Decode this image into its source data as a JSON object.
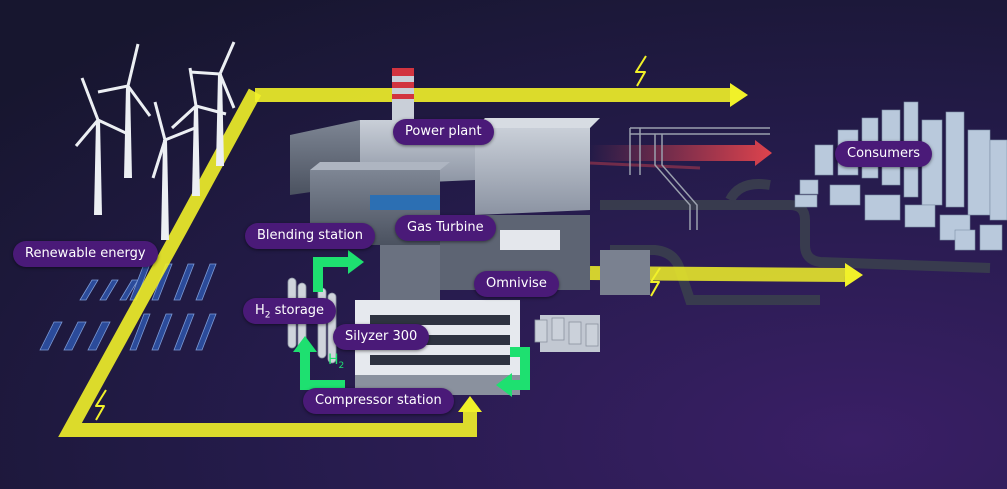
{
  "colors": {
    "background": "#1b1838",
    "background_edge": "#3a1f66",
    "label_bg": "#4a1a78",
    "power_flow": "#f1f129",
    "hydrogen_flow": "#1ee070",
    "heat_flow": "#e8454d"
  },
  "labels": {
    "renewable_energy": "Renewable energy",
    "power_plant": "Power plant",
    "consumers": "Consumers",
    "blending_station": "Blending station",
    "gas_turbine": "Gas Turbine",
    "omnivise": "Omnivise",
    "h2_prefix": "H",
    "h2_subscript": "2",
    "h2_storage_suffix": " storage",
    "silyzer": "Silyzer 300",
    "compressor_station": "Compressor station",
    "h2_marker": "H",
    "h2_marker_sub": "2"
  },
  "icons": [
    "wind-turbine-icon",
    "solar-panel-icon",
    "lightning-icon",
    "hydrogen-tank-icon",
    "city-block-icon",
    "chimney-icon"
  ]
}
